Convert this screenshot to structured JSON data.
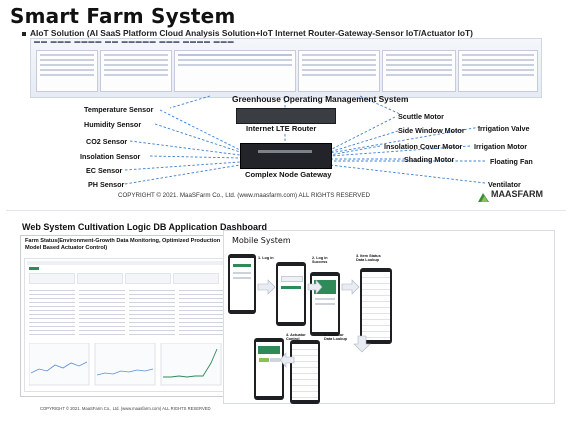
{
  "header": {
    "title": "Smart Farm System",
    "subtitle": "AIoT Solution (AI SaaS Platform Cloud Analysis Solution+IoT Internet Router-Gateway-Sensor IoT/Actuator IoT)"
  },
  "diagram": {
    "system_label": "Greenhouse Operating Management System",
    "router_label": "Internet LTE Router",
    "gateway_label": "Complex Node Gateway",
    "sensors": [
      "Temperature Sensor",
      "Humidity Sensor",
      "CO2 Sensor",
      "Insolation Sensor",
      "EC Sensor",
      "PH Sensor"
    ],
    "actuators": [
      "Scuttle Motor",
      "Side Window Motor",
      "Irrigation Valve",
      "Insolation Cover Motor",
      "Irrigation Motor",
      "Shading Motor",
      "Floating Fan",
      "Ventilator"
    ],
    "copyright": "COPYRIGHT © 2021.   MaaSFarm Co., Ltd.  (www.maasfarm.com) ALL RIGHTS RESERVED",
    "logo": "MAASFARM"
  },
  "web_system": {
    "title": "Web System Cultivation Logic DB Application Dashboard",
    "dashboard_heading": "Farm Status(Environment-Growth Data Monitoring, Optimized Production Model Based Actuator Control)",
    "copyright": "COPYRIGHT © 2021.   MaaSFarm Co., Ltd.  (www.maasfarm.com) ALL RIGHTS RESERVED"
  },
  "mobile_system": {
    "title": "Mobile System",
    "steps": [
      "1. Log in",
      "2. Log in Success",
      "3. Item Status Data Lookup",
      "4. Actuator Control",
      "5. Actuator Data Lookup"
    ]
  },
  "colors": {
    "connector": "#3d7fd0",
    "band": "#e6ebf4",
    "device": "#222429",
    "app_green": "#2e8b57"
  }
}
